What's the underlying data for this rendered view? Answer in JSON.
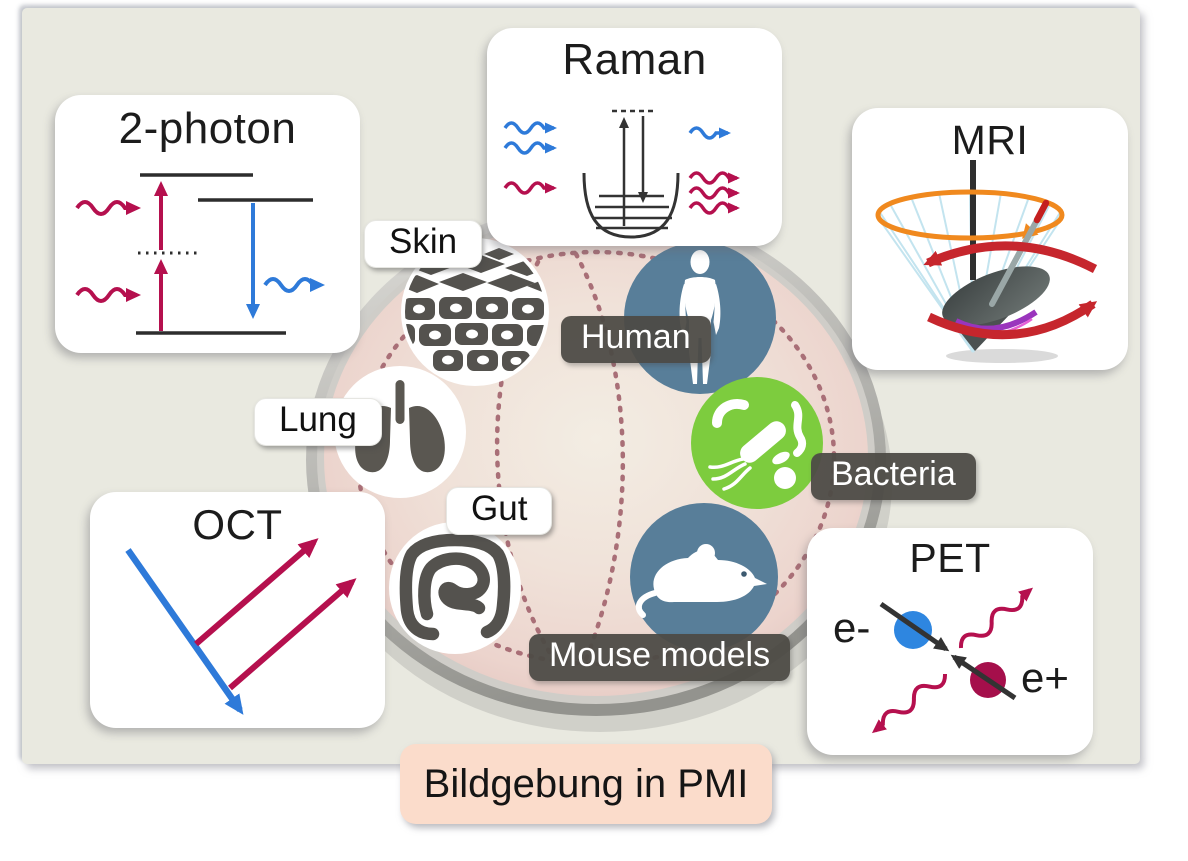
{
  "figure": {
    "caption": "Bildgebung in PMI"
  },
  "cards": {
    "two_photon": {
      "title": "2-photon"
    },
    "raman": {
      "title": "Raman"
    },
    "mri": {
      "title": "MRI"
    },
    "oct": {
      "title": "OCT"
    },
    "pet": {
      "title": "PET",
      "electron": "e-",
      "positron": "e+"
    }
  },
  "dish": {
    "labels": {
      "skin": "Skin",
      "human": "Human",
      "lung": "Lung",
      "bacteria": "Bacteria",
      "gut": "Gut",
      "mouse_models": "Mouse models"
    }
  },
  "colors": {
    "panel_bg": "#e9e9e0",
    "excitation_red": "#b5104e",
    "emission_blue": "#2e7ad9",
    "bacteria_green": "#7dcc3e",
    "organism_blue": "#587e99",
    "icon_gray": "#54524e",
    "dark_pill": "#4d4b46",
    "caption_bg": "#fbdccb",
    "dish_pink": "#ecd4cd",
    "dot_rose": "#a96f77",
    "mri_orange": "#f0891e",
    "mri_red": "#c6262d",
    "pet_electron_blue": "#2e86e0",
    "pet_positron_red": "#a50f4b"
  }
}
